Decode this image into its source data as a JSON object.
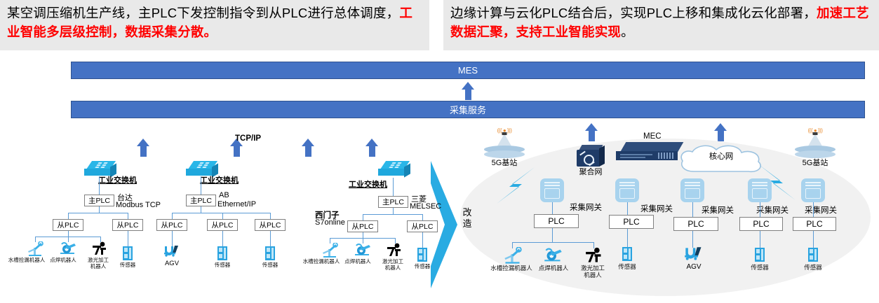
{
  "banners": {
    "left": {
      "plain1": "某空调压缩机生产线，主PLC下发控制指令到从PLC进行总体调度，",
      "highlight": "工业智能多层级控制，数据采集分散。"
    },
    "right": {
      "plain1": "边缘计算与云化PLC结合后，实现PLC上移和集成化云化部署，",
      "highlight": "加速工艺数据汇聚，支持工业智能实现",
      "plain2": "。"
    }
  },
  "bars": {
    "mes": "MES",
    "collect_service": "采集服务",
    "color": "#4472C4"
  },
  "labels": {
    "tcpip": "TCP/IP",
    "transform": "改造",
    "switch": "工业交换机",
    "master_plc": "主PLC",
    "slave_plc": "从PLC",
    "plc": "PLC",
    "gateway": "采集网关",
    "base_station": "5G基站",
    "aggregation_net": "聚合网",
    "mec": "MEC",
    "core_net": "核心网",
    "sensor": "传感器",
    "agv": "AGV",
    "robot_leak": "水槽捡漏机器人",
    "robot_spot": "点焊机器人",
    "robot_laser": "激光加工机器人"
  },
  "legacy_side": {
    "groups": [
      {
        "protocol_brand": "台达",
        "protocol_name": "Modbus TCP",
        "switch": "工业交换机",
        "master": "主PLC",
        "slaves": [
          {
            "label": "从PLC",
            "devices": [
              "水槽捡漏机器人",
              "点焊机器人",
              "激光加工机器人"
            ]
          },
          {
            "label": "从PLC",
            "devices": [
              "传感器"
            ]
          }
        ]
      },
      {
        "protocol_brand": "AB",
        "protocol_name": "Ethernet/IP",
        "switch": "工业交换机",
        "master": "主PLC",
        "slaves": [
          {
            "label": "从PLC",
            "devices": [
              "AGV"
            ]
          },
          {
            "label": "从PLC",
            "devices": [
              "传感器"
            ]
          },
          {
            "label": "从PLC",
            "devices": [
              "传感器"
            ]
          }
        ]
      },
      {
        "protocol_brand": "三菱",
        "protocol_name": "MELSEC",
        "secondary_brand": "西门子",
        "secondary_name": "S7online",
        "switch": "工业交换机",
        "master": "主PLC",
        "slaves": [
          {
            "label": "从PLC",
            "devices": [
              "水槽捡漏机器人",
              "点焊机器人",
              "激光加工机器人"
            ]
          },
          {
            "label": "从PLC",
            "devices": [
              "传感器"
            ]
          }
        ]
      }
    ]
  },
  "edge_side": {
    "base_stations": [
      "5G基站",
      "5G基站"
    ],
    "aggregation_net": "聚合网",
    "mec": "MEC",
    "core_net": "核心网",
    "gateways": [
      {
        "label": "采集网关",
        "plc": "PLC",
        "devices": [
          "水槽捡漏机器人",
          "点焊机器人",
          "激光加工机器人"
        ]
      },
      {
        "label": "采集网关",
        "plc": "PLC",
        "devices": [
          "传感器"
        ]
      },
      {
        "label": "采集网关",
        "plc": "PLC",
        "devices": [
          "AGV"
        ]
      },
      {
        "label": "采集网关",
        "plc": "PLC",
        "devices": [
          "传感器"
        ]
      },
      {
        "label": "采集网关",
        "plc": "PLC",
        "devices": [
          "传感器"
        ]
      }
    ]
  }
}
